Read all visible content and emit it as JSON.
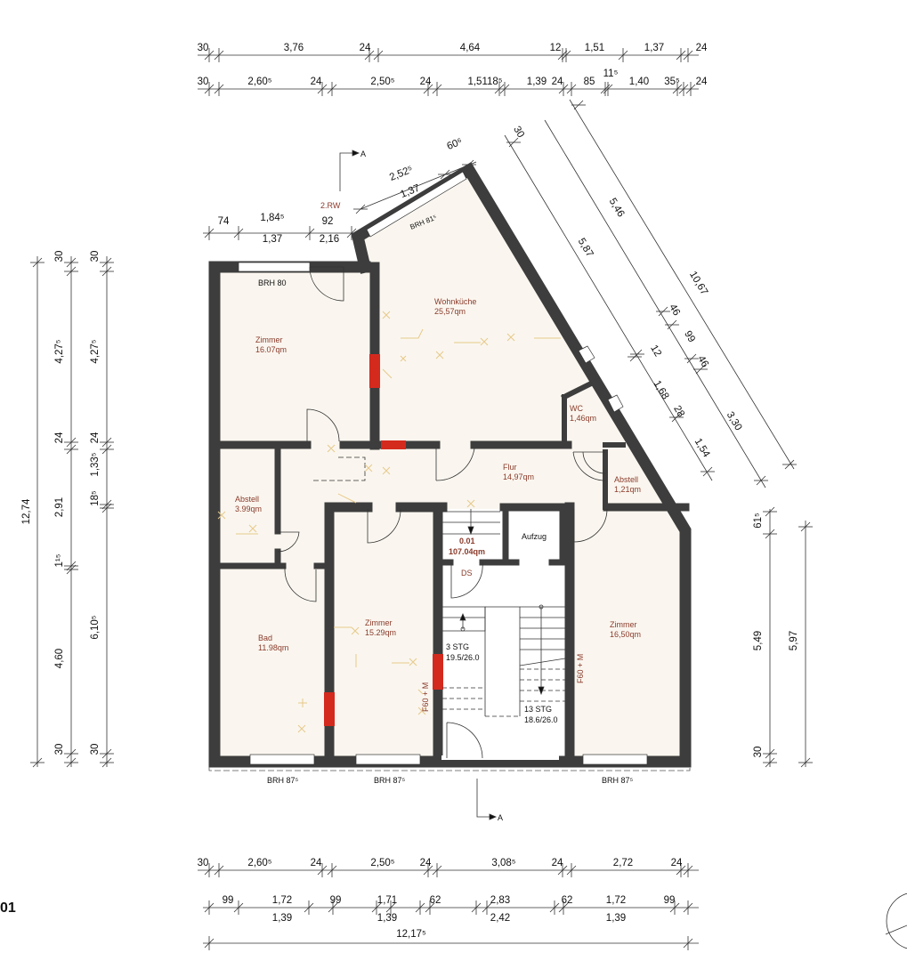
{
  "sheet_number": "01",
  "section_marker": "A",
  "colors": {
    "wall": "#3d3d3d",
    "floor": "#faf6ef",
    "fire_wall": "#d42a1e",
    "room_label": "#8a3b2b",
    "electrical": "#e7c98a"
  },
  "dimensions": {
    "top_row1": [
      "30",
      "3,76",
      "24",
      "4,64",
      "12",
      "1,51",
      "1,37",
      "24"
    ],
    "top_row2": [
      "30",
      "2,60⁵",
      "24",
      "2,50⁵",
      "24",
      "1,5118⁵",
      "1,39",
      "24",
      "85",
      "11⁵",
      "1,40",
      "35⁵",
      "24"
    ],
    "left_outer": [
      "12,74"
    ],
    "left_mid": [
      "30",
      "4,27⁵",
      "24",
      "2,91",
      "1¹⁵",
      "4,60",
      "30"
    ],
    "left_inner": [
      "30",
      "4,27⁵",
      "24",
      "1,33⁵",
      "18⁵",
      "6,10⁵",
      "30"
    ],
    "right_inner": [
      "61⁵",
      "5,49",
      "30"
    ],
    "right_outer": [
      "5,97"
    ],
    "diag_inner": [
      "30",
      "5,87",
      "12",
      "1,68",
      "28",
      "1,54"
    ],
    "diag_mid": [
      "5,46",
      "46",
      "99",
      "46",
      "3,30"
    ],
    "diag_outer": [
      "10,67"
    ],
    "window_diag": [
      "2,52⁵",
      "1,37",
      "60⁶"
    ],
    "top_left_small": [
      "74",
      "1,84⁵",
      "92",
      "1,37",
      "2,16"
    ],
    "bottom_row1": [
      "30",
      "2,60⁵",
      "24",
      "2,50⁵",
      "24",
      "3,08⁵",
      "24",
      "2,72",
      "24"
    ],
    "bottom_row2": [
      "99",
      "1,72",
      "99",
      "1,71",
      "62",
      "2,83",
      "62",
      "1,72",
      "99"
    ],
    "bottom_row2_lower": [
      "1,39",
      "1,39",
      "2,42",
      "1,39"
    ],
    "bottom_total": [
      "12,17⁵"
    ]
  },
  "rooms": [
    {
      "name": "Wohnküche",
      "area": "25,57qm"
    },
    {
      "name": "Zimmer",
      "area": "16.07qm"
    },
    {
      "name": "WC",
      "area": "1,46qm"
    },
    {
      "name": "Flur",
      "area": "14,97qm"
    },
    {
      "name": "Abstell",
      "area": "1,21qm"
    },
    {
      "name": "Abstell",
      "area": "3.99qm"
    },
    {
      "name": "Bad",
      "area": "11.98qm"
    },
    {
      "name": "Zimmer",
      "area": "15.29qm"
    },
    {
      "name": "Zimmer",
      "area": "16,50qm"
    }
  ],
  "unit": {
    "number": "0.01",
    "area": "107.04qm"
  },
  "annotations": {
    "rw": "2.RW",
    "ds": "DS",
    "elevator": "Aufzug",
    "stair1_steps": "3 STG",
    "stair1_ratio": "19.5/26.0",
    "stair2_steps": "13 STG",
    "stair2_ratio": "18.6/26.0",
    "fire_door_1": "F60 + M",
    "fire_door_2": "F60 + M",
    "brh_top_left": "BRH 80",
    "brh_top_diag": "BRH 81⁵",
    "brh_bottom": [
      "BRH 87⁵",
      "BRH 87⁵",
      "BRH 87⁵"
    ]
  }
}
